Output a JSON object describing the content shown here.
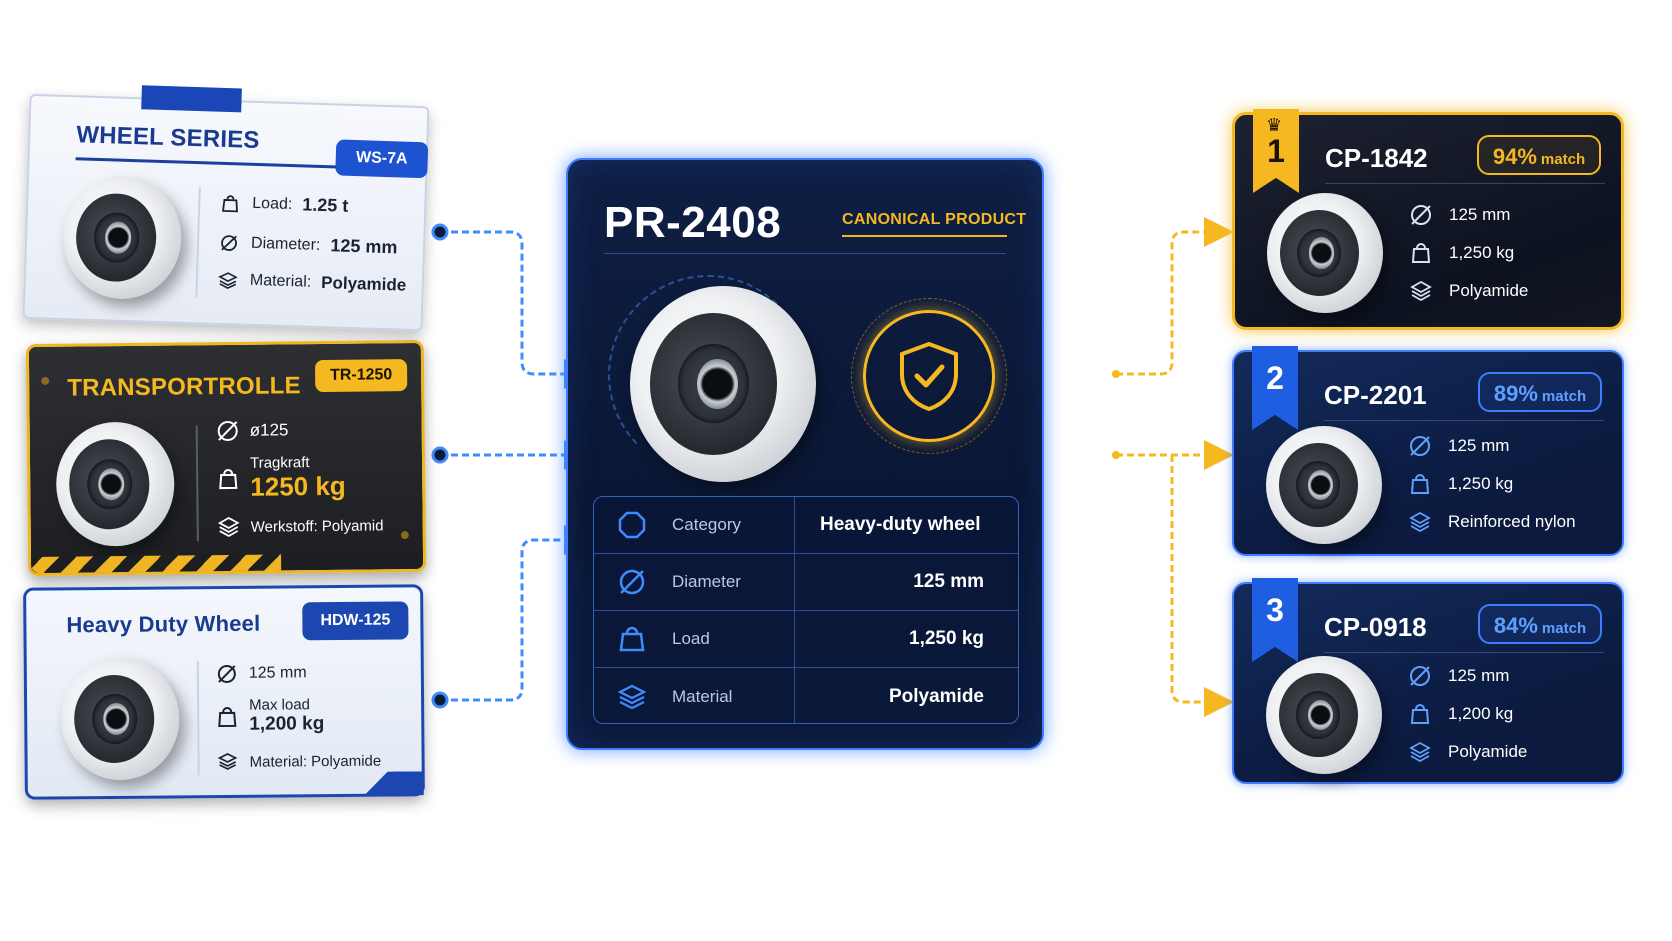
{
  "sources": [
    {
      "id": "ws",
      "title": "WHEEL SERIES",
      "badge": "WS-7A",
      "specs": [
        {
          "icon": "weight-icon",
          "label": "Load:",
          "value": "1.25 t"
        },
        {
          "icon": "diameter-icon",
          "label": "Diameter:",
          "value": "125 mm"
        },
        {
          "icon": "layers-icon",
          "label": "Material:",
          "value": "Polyamide"
        }
      ]
    },
    {
      "id": "tr",
      "title": "TRANSPORTROLLE",
      "badge": "TR-1250",
      "diameter": "ø125",
      "load_label": "Tragkraft",
      "load_value": "1250 kg",
      "material": "Werkstoff: Polyamid"
    },
    {
      "id": "hd",
      "title": "Heavy Duty Wheel",
      "badge": "HDW-125",
      "diameter": "125 mm",
      "load_label": "Max load",
      "load_value": "1,200 kg",
      "material_label": "Material:",
      "material_value": "Polyamide"
    }
  ],
  "canonical": {
    "id": "PR-2408",
    "tag": "CANONICAL PRODUCT",
    "rows": [
      {
        "icon": "octagon-icon",
        "label": "Category",
        "value": "Heavy-duty wheel"
      },
      {
        "icon": "diameter-icon",
        "label": "Diameter",
        "value": "125 mm"
      },
      {
        "icon": "weight-icon",
        "label": "Load",
        "value": "1,250 kg"
      },
      {
        "icon": "layers-icon",
        "label": "Material",
        "value": "Polyamide"
      }
    ]
  },
  "candidates": [
    {
      "rank": "1",
      "id": "CP-1842",
      "match_pct": "94%",
      "match_word": "match",
      "diameter": "125 mm",
      "load": "1,250 kg",
      "material": "Polyamide"
    },
    {
      "rank": "2",
      "id": "CP-2201",
      "match_pct": "89%",
      "match_word": "match",
      "diameter": "125 mm",
      "load": "1,250 kg",
      "material": "Reinforced nylon"
    },
    {
      "rank": "3",
      "id": "CP-0918",
      "match_pct": "84%",
      "match_word": "match",
      "diameter": "125 mm",
      "load": "1,200 kg",
      "material": "Polyamide"
    }
  ],
  "colors": {
    "gold": "#f5b820",
    "blue": "#3f7cff",
    "navy": "#0b1a3c",
    "source_blue": "#1d47b0"
  }
}
